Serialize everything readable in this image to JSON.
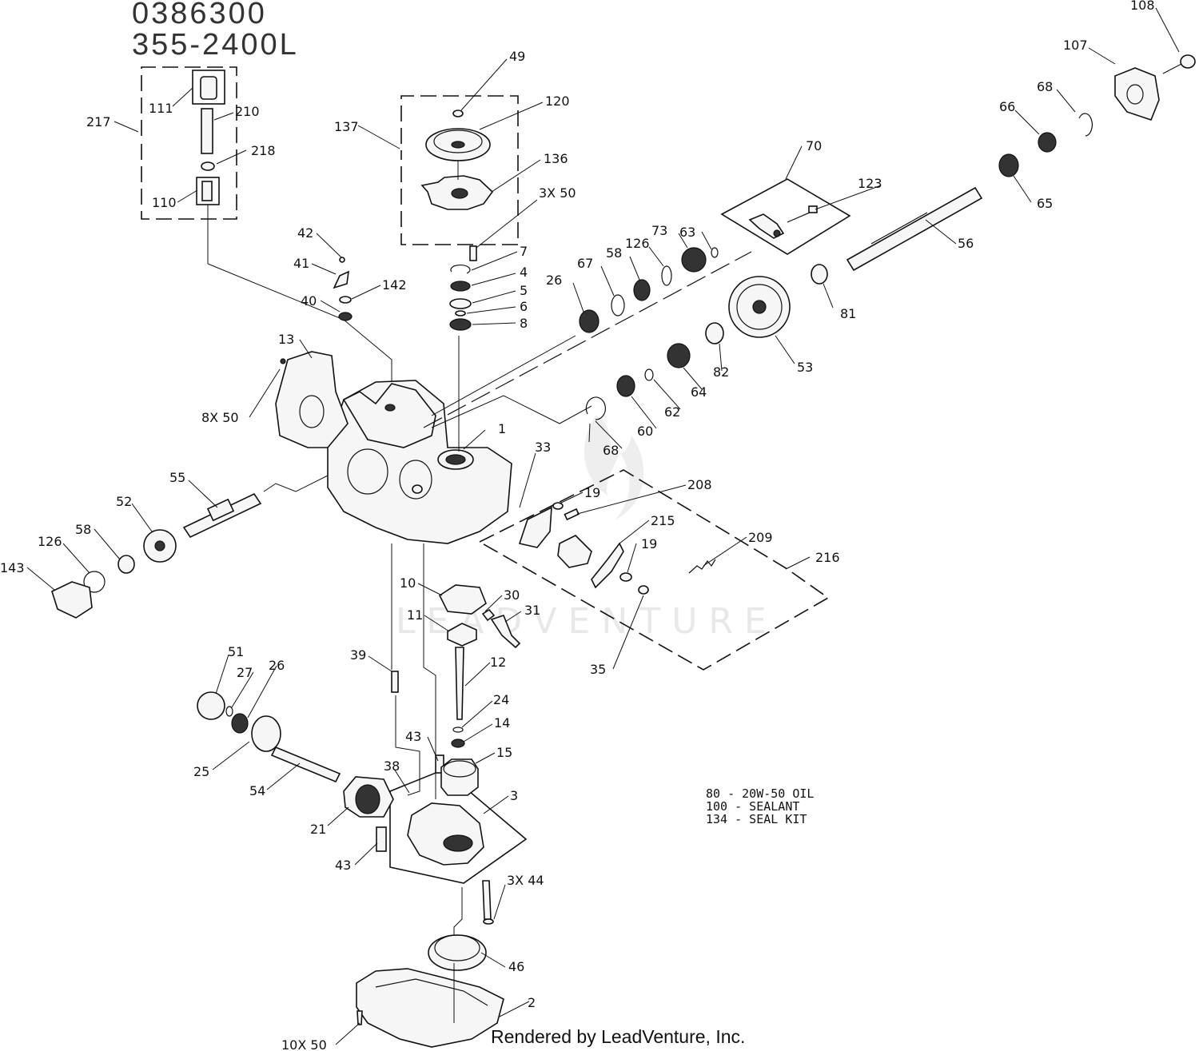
{
  "model_numbers": [
    "0386300",
    "355-2400L"
  ],
  "callouts": {
    "c1": "1",
    "c2": "2",
    "c3": "3",
    "c3x44": "3X 44",
    "c3x50": "3X 50",
    "c4": "4",
    "c5": "5",
    "c6": "6",
    "c7": "7",
    "c8": "8",
    "c8x50": "8X 50",
    "c10": "10",
    "c10x50": "10X 50",
    "c11": "11",
    "c12": "12",
    "c13": "13",
    "c14": "14",
    "c15": "15",
    "c19a": "19",
    "c19b": "19",
    "c21": "21",
    "c24": "24",
    "c25": "25",
    "c26a": "26",
    "c26b": "26",
    "c27": "27",
    "c30": "30",
    "c31": "31",
    "c33": "33",
    "c35": "35",
    "c38": "38",
    "c39": "39",
    "c40": "40",
    "c41": "41",
    "c42": "42",
    "c43a": "43",
    "c43b": "43",
    "c46": "46",
    "c49": "49",
    "c51": "51",
    "c52": "52",
    "c53": "53",
    "c54": "54",
    "c55": "55",
    "c56": "56",
    "c58a": "58",
    "c58b": "58",
    "c60": "60",
    "c62": "62",
    "c63": "63",
    "c64": "64",
    "c65": "65",
    "c66": "66",
    "c67": "67",
    "c68a": "68",
    "c68b": "68",
    "c70": "70",
    "c73": "73",
    "c81": "81",
    "c82": "82",
    "c107": "107",
    "c108": "108",
    "c110": "110",
    "c111": "111",
    "c120": "120",
    "c123": "123",
    "c126a": "126",
    "c126b": "126",
    "c136": "136",
    "c137": "137",
    "c142": "142",
    "c143": "143",
    "c208": "208",
    "c209": "209",
    "c210": "210",
    "c215": "215",
    "c216": "216",
    "c217": "217",
    "c218": "218"
  },
  "notes": [
    "80 - 20W-50 OIL",
    "100 - SEALANT",
    "134 - SEAL KIT"
  ],
  "watermark": "LEADVENTURE",
  "credit": "Rendered by LeadVenture, Inc."
}
